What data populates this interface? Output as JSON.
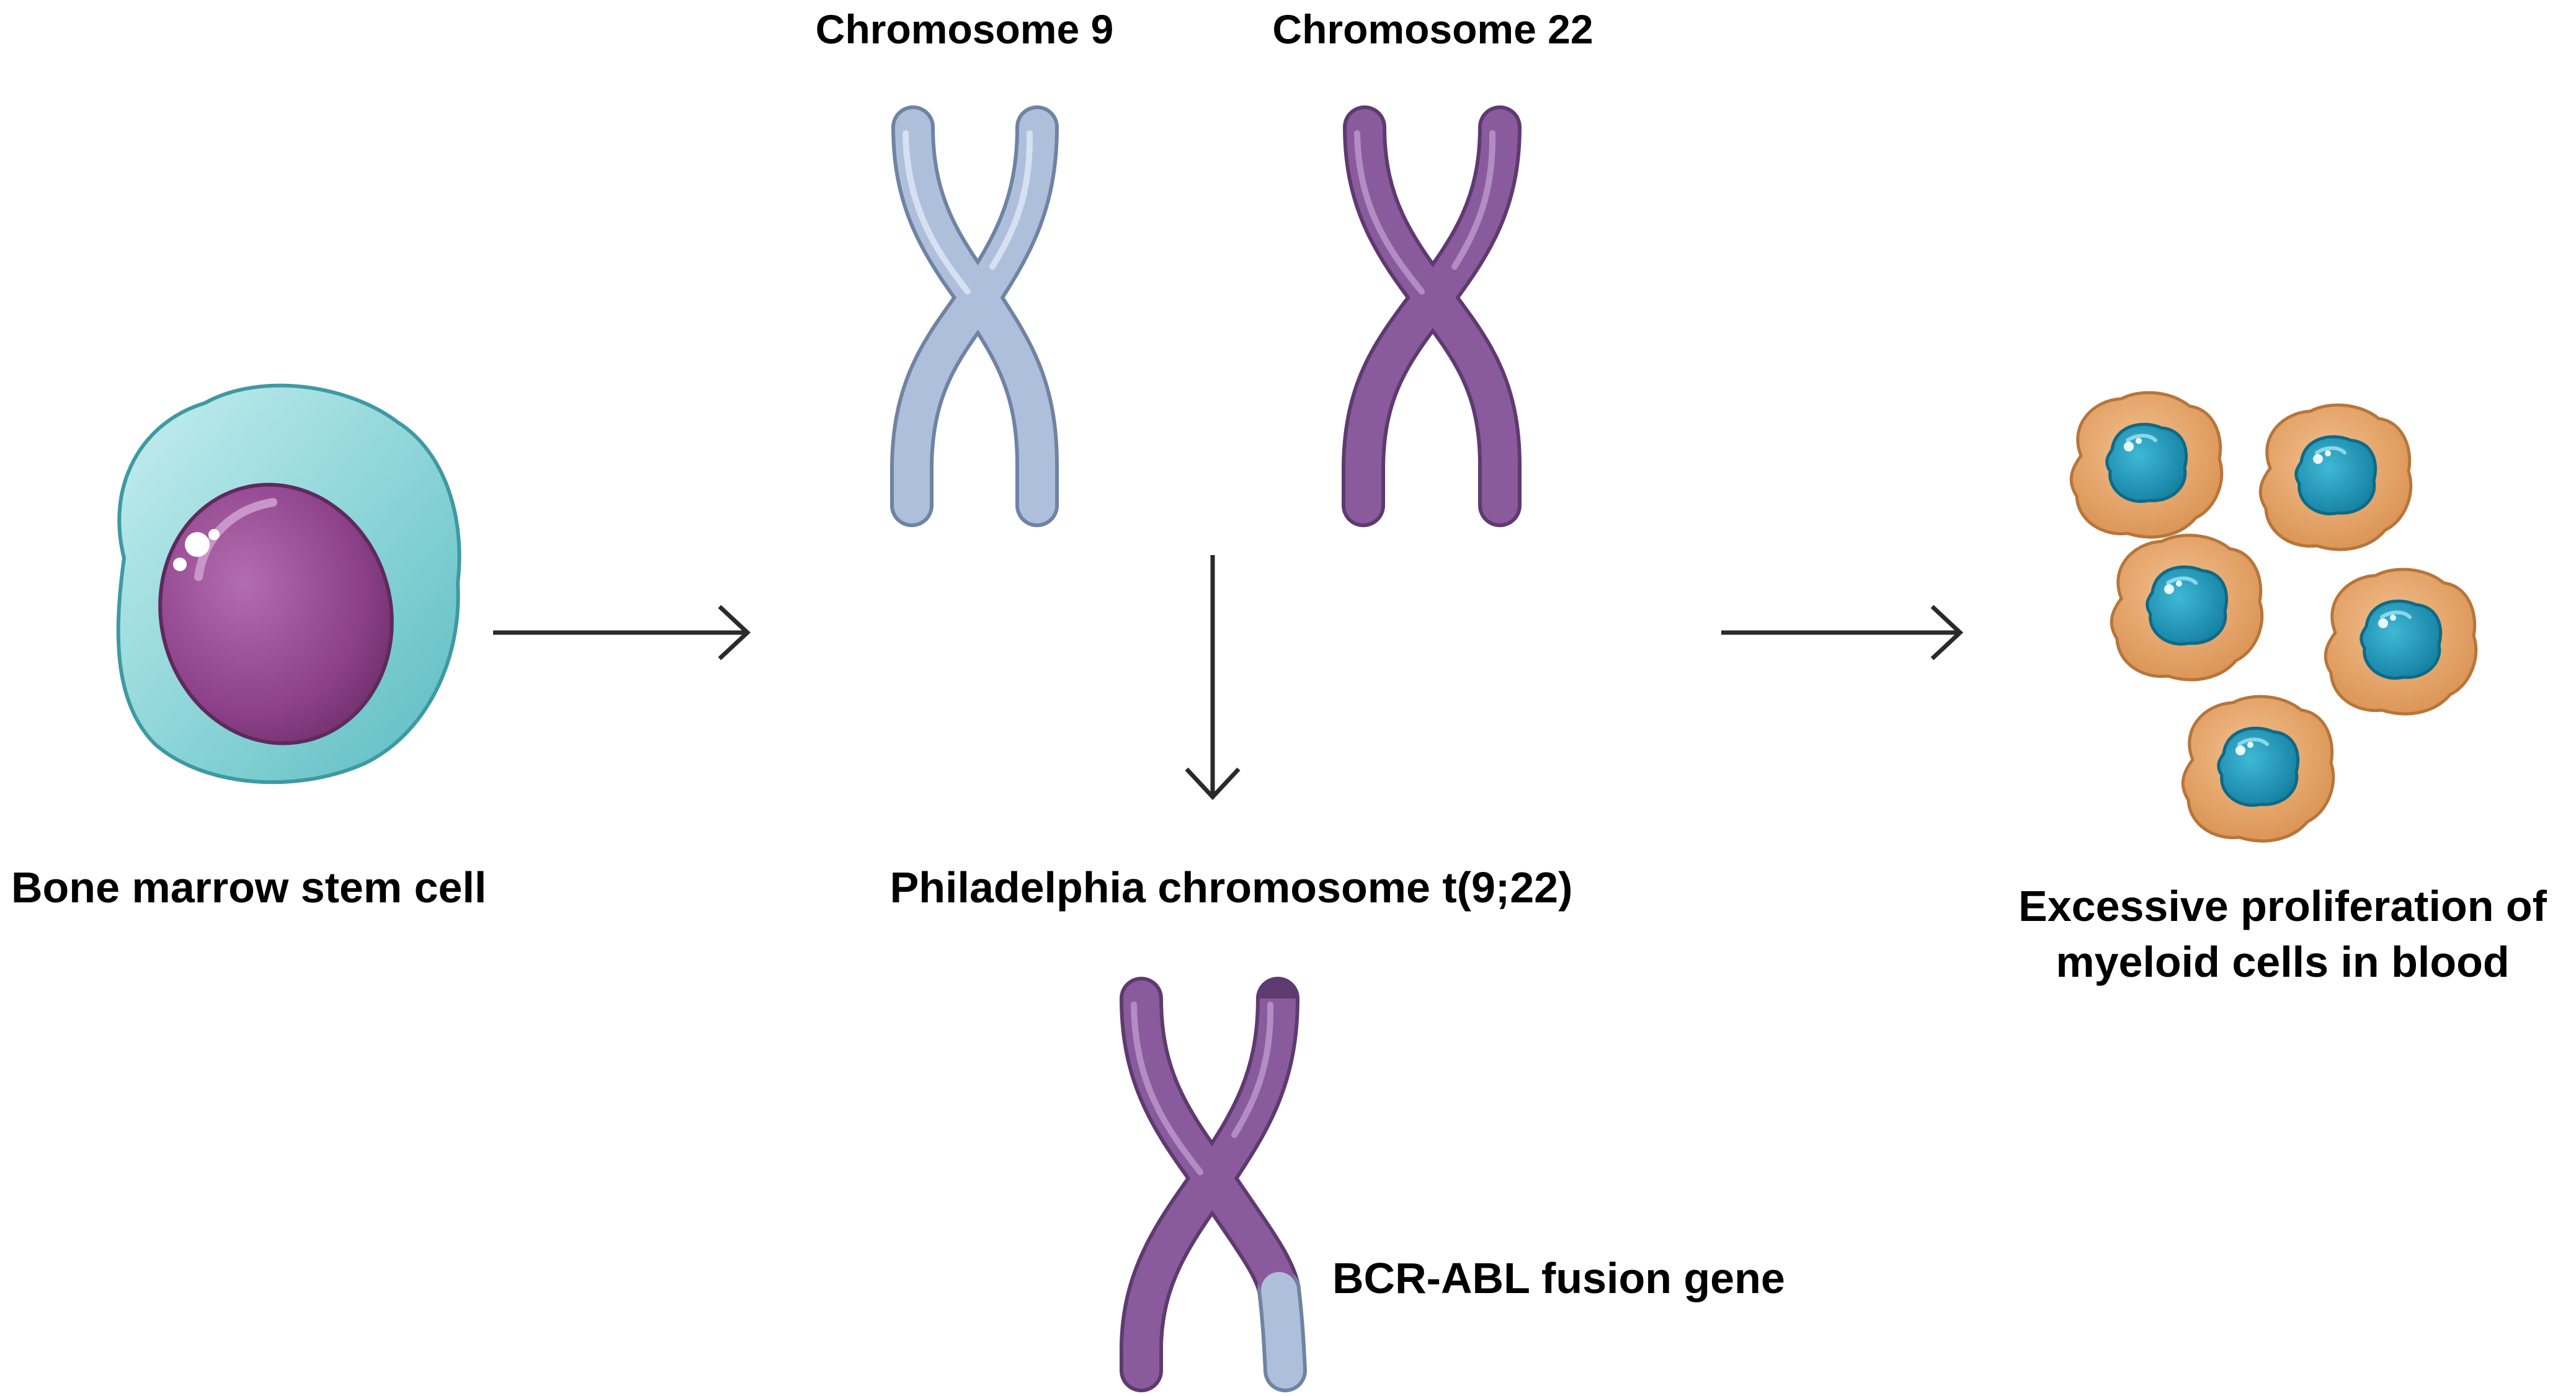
{
  "labels": {
    "chromosome_9": "Chromosome 9",
    "chromosome_22": "Chromosome 22",
    "stem_cell": "Bone marrow stem cell",
    "philadelphia": "Philadelphia chromosome t(9;22)",
    "fusion_gene": "BCR-ABL fusion gene",
    "proliferation_line1": "Excessive proliferation of",
    "proliferation_line2": "myeloid cells in blood"
  },
  "colors": {
    "chromosome_9": "#aebfdc",
    "chromosome_22": "#8a5b9c",
    "stem_cell_cytoplasm": "#8fd6d9",
    "stem_cell_nucleus": "#8a3f86",
    "myeloid_cytoplasm": "#e8a96a",
    "myeloid_nucleus": "#1f93b8",
    "arrow": "#2a2a2a"
  }
}
